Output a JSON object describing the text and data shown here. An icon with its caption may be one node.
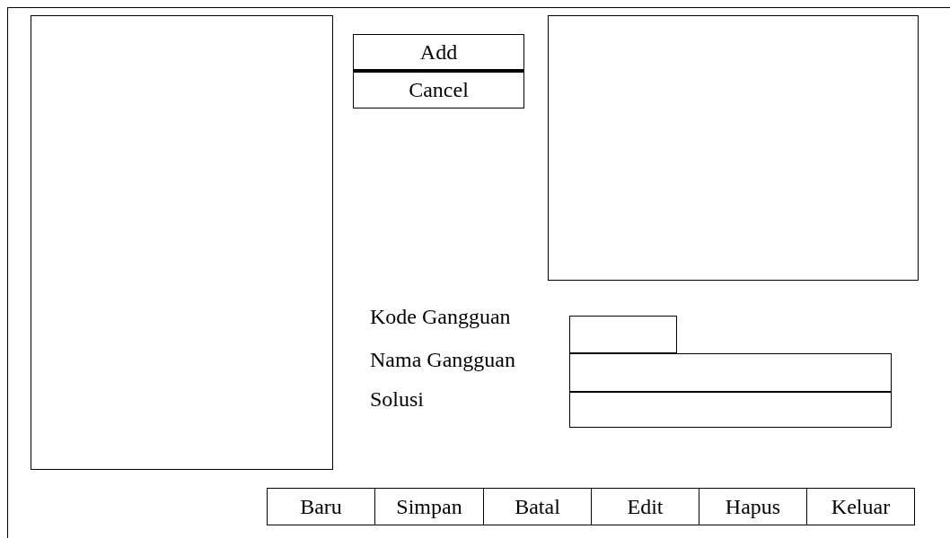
{
  "diagram": {
    "nodes": [
      {
        "text": [],
        "shape": "box"
      },
      {
        "text": [],
        "shape": "box",
        "in": 0
      },
      {
        "text": [
          "Add"
        ],
        "in": 0
      },
      {
        "text": [
          "Cancel"
        ],
        "in": 0
      },
      {
        "text": [],
        "shape": "box",
        "in": 0
      },
      {
        "text": [],
        "shape": "box",
        "in": 0
      },
      {
        "text": [],
        "shape": "box",
        "in": 0
      },
      {
        "text": [],
        "shape": "box",
        "in": 0
      },
      {
        "text": [
          "Baru"
        ],
        "in": 0
      },
      {
        "text": [
          "Simpan"
        ],
        "in": 0
      },
      {
        "text": [
          "Batal"
        ],
        "in": 0
      },
      {
        "text": [
          "Edit"
        ],
        "in": 0
      },
      {
        "text": [
          "Hapus"
        ],
        "in": 0
      },
      {
        "text": [
          "Keluar"
        ],
        "in": 0
      }
    ],
    "labels": [
      "Kode Gangguan",
      "Nama Gangguan",
      "Solusi"
    ]
  }
}
